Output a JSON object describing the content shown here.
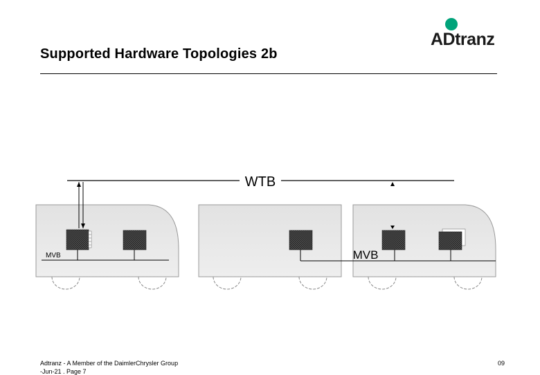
{
  "slide": {
    "title": "Supported Hardware Topologies 2b"
  },
  "logo": {
    "text": "ADtranz",
    "dot_color": "#00a37a"
  },
  "diagram": {
    "wtb_label": "WTB",
    "mvb_label_left": "MVB",
    "mvb_label_right": "MVB"
  },
  "footer": {
    "company": "Adtranz - A Member of the DaimlerChrysler Group",
    "date": "-Jun-21 . Page 7",
    "page_number": "09"
  }
}
